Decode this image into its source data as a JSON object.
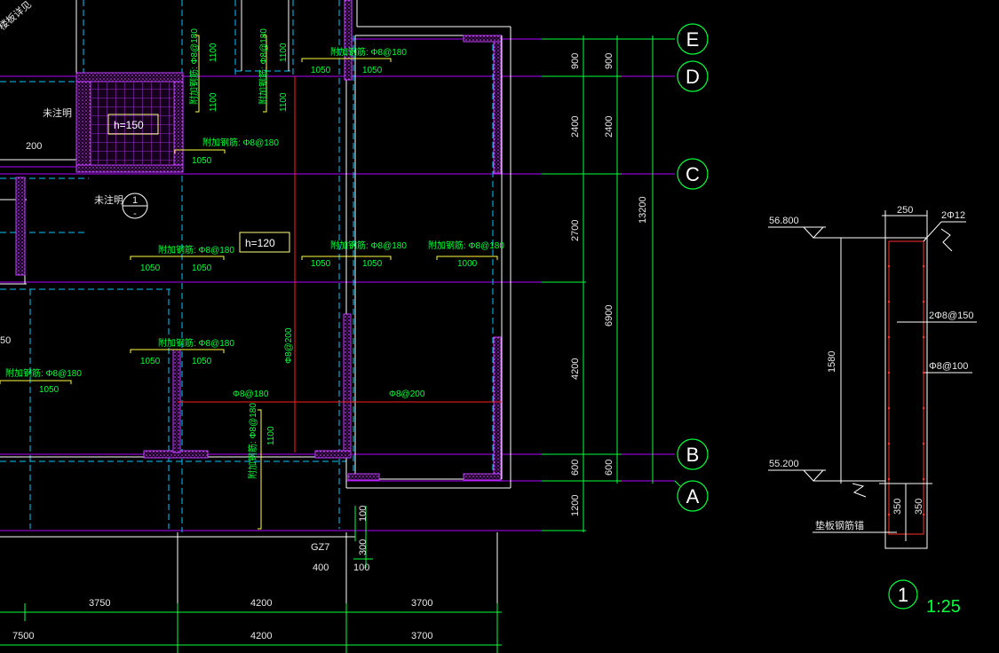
{
  "axes": {
    "E": "E",
    "D": "D",
    "C": "C",
    "B": "B",
    "A": "A"
  },
  "slab_labels": {
    "h150": "h=150",
    "h120": "h=120"
  },
  "room_labels": {
    "unnamed_1": "未注明",
    "unnamed_2": "未注明",
    "diag_label": "楼板详见"
  },
  "rebar_notes": {
    "note_180": "附加钢筋: Φ8@180",
    "note_180_b": "附加钢筋: Φ8@180",
    "v1": "附加钢筋: Φ8@180",
    "v2": "附加钢筋: Φ8@180",
    "main_v": "Φ8@200",
    "h_180": "Φ8@180",
    "h_200": "Φ8@200"
  },
  "dims": {
    "d1050": "1050",
    "d1000": "1000",
    "d1100": "1100",
    "d200": "200",
    "d50": "50",
    "left_edge": "50",
    "right_col": [
      "900",
      "2400",
      "2700",
      "4200",
      "600",
      "1200"
    ],
    "right_col2": [
      "900",
      "2400",
      "6900",
      "600"
    ],
    "total": "13200",
    "gz": "GZ7",
    "gz_100a": "100",
    "gz_300": "300",
    "gz_400": "400",
    "gz_100b": "100",
    "bottom_row1": [
      "3750",
      "4200",
      "3700"
    ],
    "bottom_row2": [
      "7500",
      "4200",
      "3700"
    ]
  },
  "detail": {
    "elev_top": "56.800",
    "elev_bottom": "55.200",
    "width": "250",
    "top_bar": "2Φ12",
    "stirrup": "2Φ8@150",
    "vertical_bar": "Φ8@100",
    "height": "1580",
    "bottom_a": "350",
    "bottom_b": "350",
    "base_note": "垫板钢筋锚",
    "section_no": "1",
    "scale": "1:25"
  },
  "section_mark": {
    "top": "1",
    "bottom": "-"
  }
}
